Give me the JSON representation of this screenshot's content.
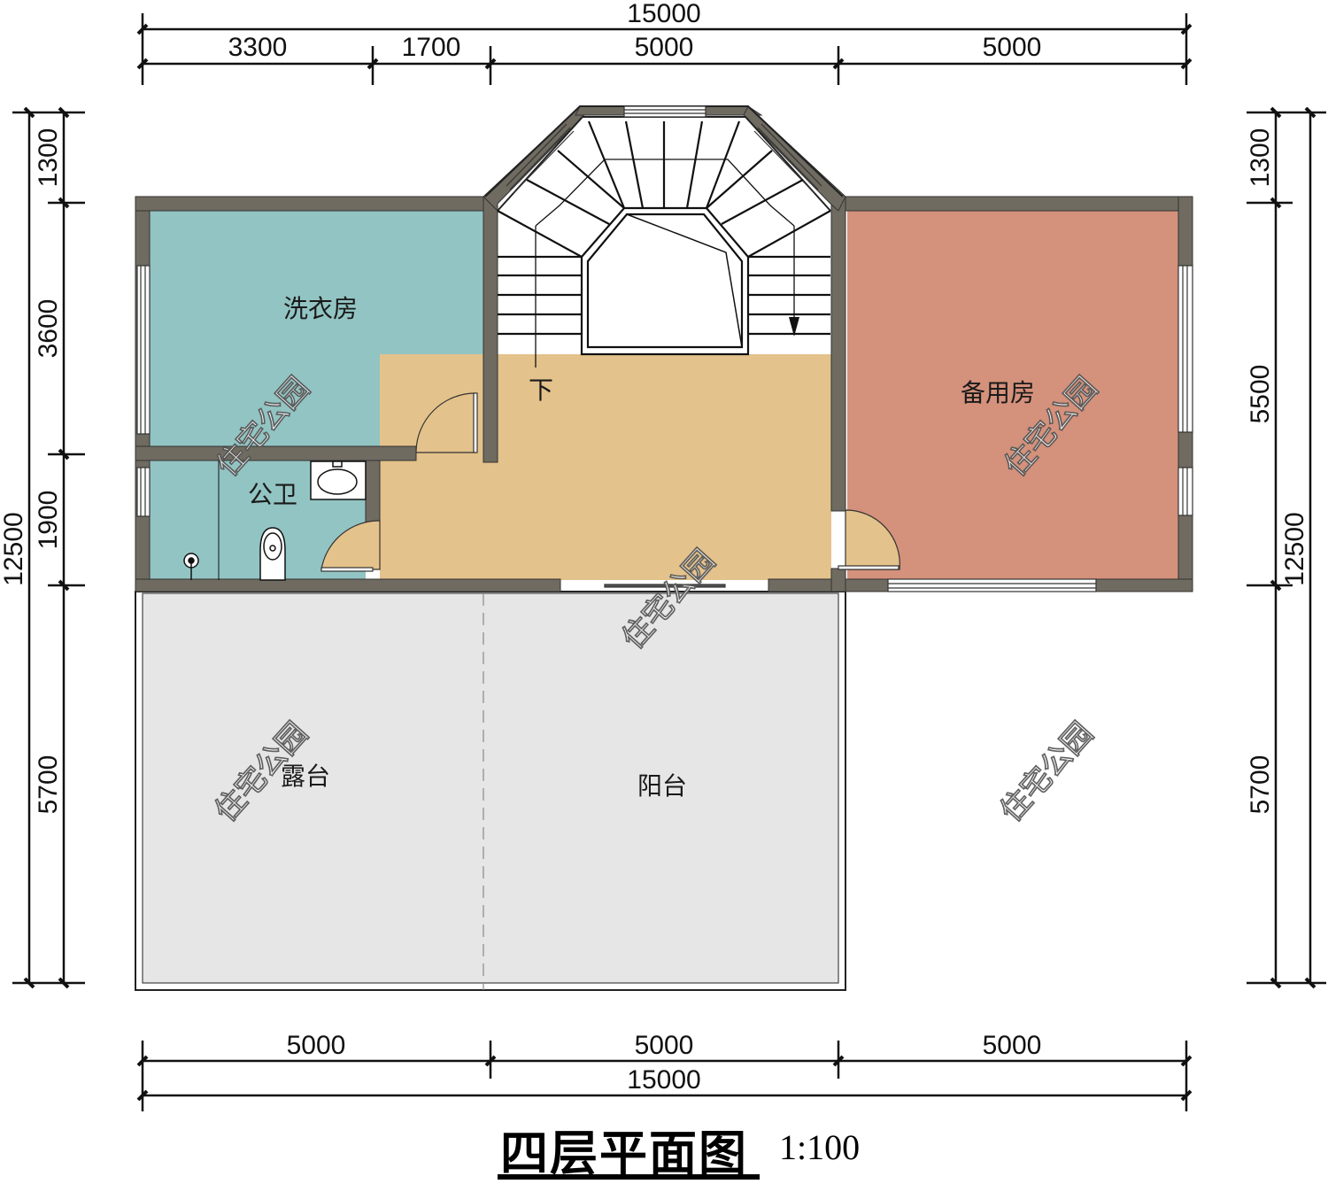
{
  "drawing": {
    "title": "四层平面图",
    "scale": "1:100",
    "colors": {
      "wall": "#6f6b60",
      "laundry": "#92c4c3",
      "bathroom": "#92c4c3",
      "hall": "#e4c28b",
      "spare_room": "#d4917b",
      "terrace": "#e6e6e6",
      "balcony": "#e6e6e6"
    }
  },
  "dimensions": {
    "top_total": "15000",
    "top_segments": [
      "3300",
      "1700",
      "5000",
      "5000"
    ],
    "bottom_segments": [
      "5000",
      "5000",
      "5000"
    ],
    "bottom_total": "15000",
    "left_total": "12500",
    "left_segments": [
      "1300",
      "3600",
      "1900",
      "5700"
    ],
    "right_total": "12500",
    "right_segments": [
      "1300",
      "5500",
      "5700"
    ]
  },
  "rooms": {
    "laundry": "洗衣房",
    "bathroom": "公卫",
    "spare_room": "备用房",
    "stair_down": "下",
    "terrace": "露台",
    "balcony": "阳台"
  },
  "watermark": "住宅公园"
}
